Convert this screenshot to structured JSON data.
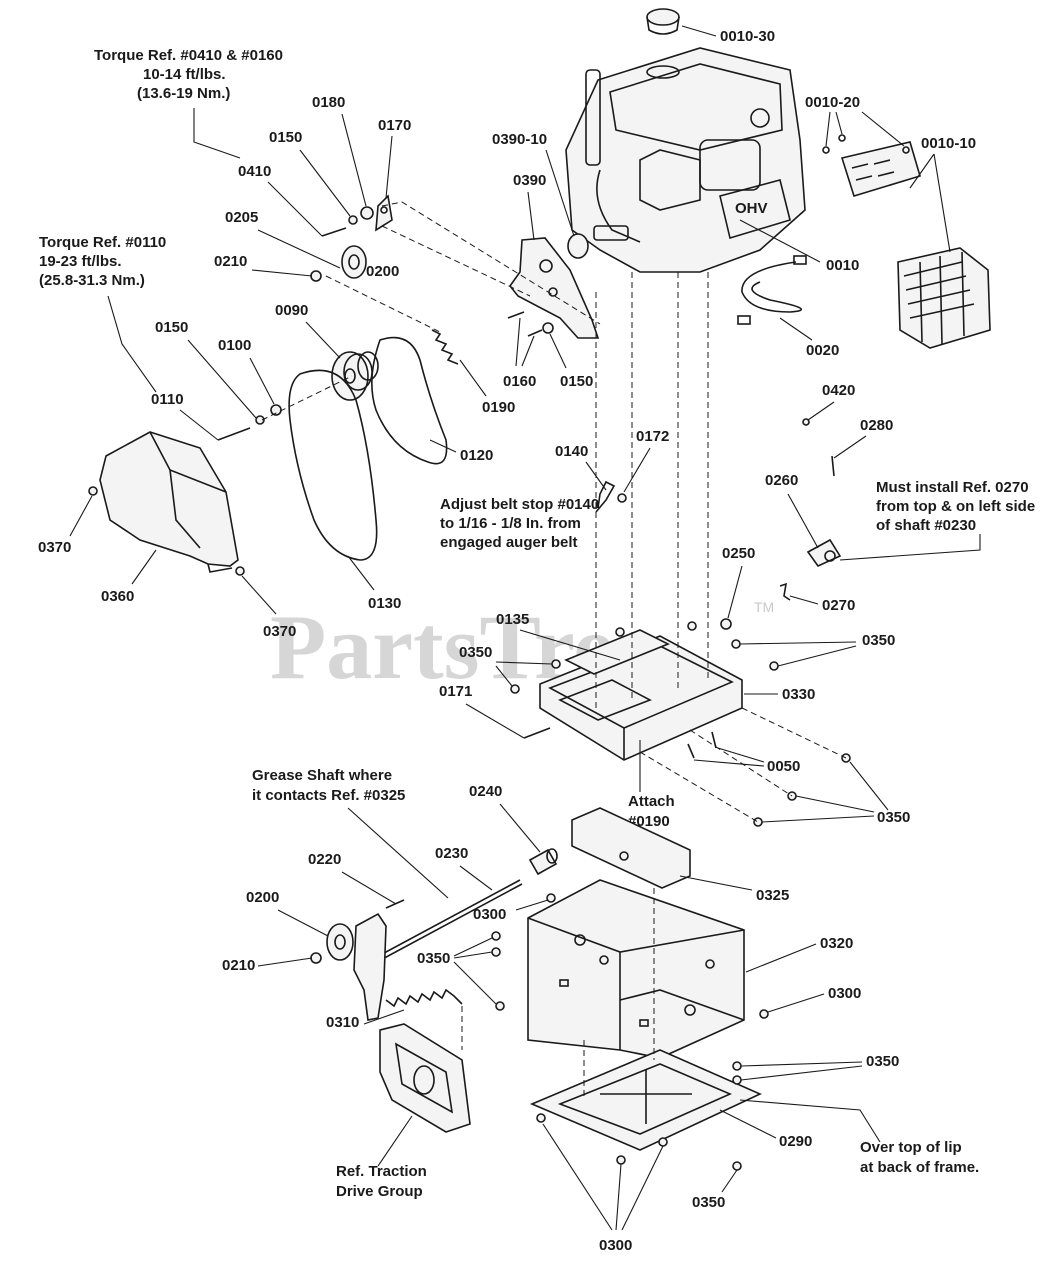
{
  "watermark": {
    "text": "PartsTree",
    "trademark": "TM"
  },
  "notes": {
    "torque_0410": [
      "Torque Ref. #0410 & #0160",
      "10-14 ft/lbs.",
      "(13.6-19 Nm.)"
    ],
    "torque_0110": [
      "Torque Ref. #0110",
      "19-23 ft/lbs.",
      "(25.8-31.3 Nm.)"
    ],
    "belt_stop": [
      "Adjust belt stop #0140",
      "to 1/16 - 1/8 In. from",
      "engaged auger belt"
    ],
    "ref_0270": [
      "Must install Ref. 0270",
      "from top & on left side",
      "of shaft #0230"
    ],
    "grease": [
      "Grease Shaft where",
      "it contacts Ref. #0325"
    ],
    "attach": [
      "Attach",
      "#0190"
    ],
    "traction": [
      "Ref. Traction",
      "Drive Group"
    ],
    "lip": [
      "Over top of lip",
      "at back of frame."
    ]
  },
  "labels": {
    "p0010_30": "0010-30",
    "p0010_20": "0010-20",
    "p0010_10": "0010-10",
    "p0010": "0010",
    "p0020": "0020",
    "p0390_10": "0390-10",
    "p0390": "0390",
    "p0180": "0180",
    "p0170": "0170",
    "p0150_a": "0150",
    "p0410": "0410",
    "p0205": "0205",
    "p0210_a": "0210",
    "p0200_a": "0200",
    "p0090": "0090",
    "p0150_b": "0150",
    "p0100": "0100",
    "p0110": "0110",
    "p0160": "0160",
    "p0150_c": "0150",
    "p0190": "0190",
    "p0120": "0120",
    "p0370_a": "0370",
    "p0360": "0360",
    "p0370_b": "0370",
    "p0130": "0130",
    "p0420": "0420",
    "p0280": "0280",
    "p0260": "0260",
    "p0140": "0140",
    "p0172": "0172",
    "p0250": "0250",
    "p0270": "0270",
    "p0135": "0135",
    "p0350_a": "0350",
    "p0350_b": "0350",
    "p0330": "0330",
    "p0171": "0171",
    "p0050": "0050",
    "p0350_c": "0350",
    "p0240": "0240",
    "p0230": "0230",
    "p0220": "0220",
    "p0200_b": "0200",
    "p0210_b": "0210",
    "p0300_a": "0300",
    "p0325": "0325",
    "p0350_d": "0350",
    "p0320": "0320",
    "p0310": "0310",
    "p0300_b": "0300",
    "p0350_e": "0350",
    "p0290": "0290",
    "p0350_f": "0350",
    "p0300_c": "0300"
  }
}
